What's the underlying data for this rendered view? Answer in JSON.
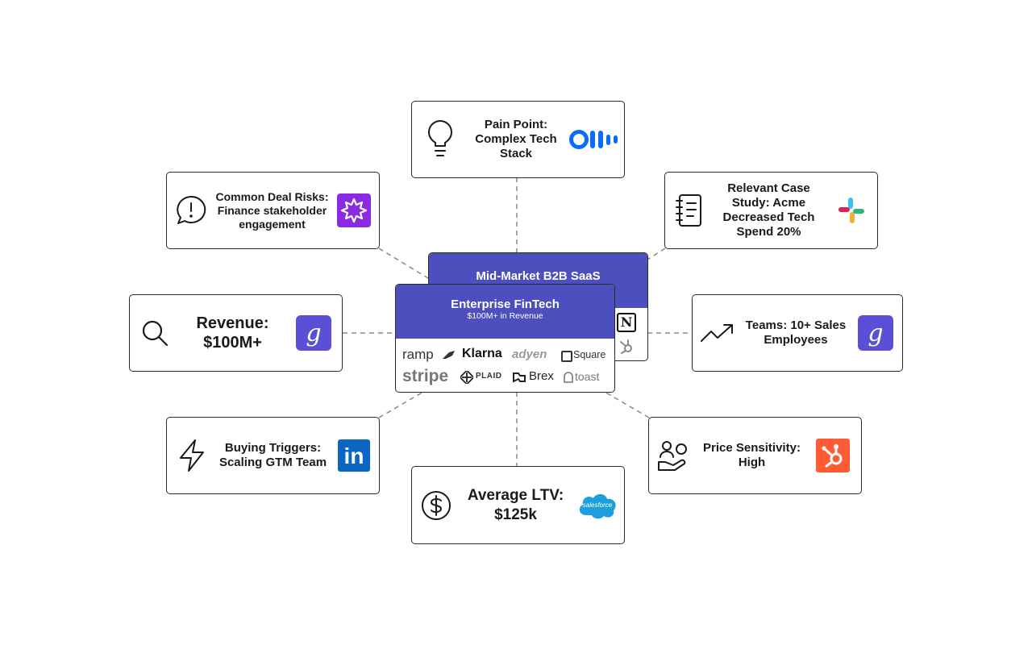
{
  "center": {
    "back_card": {
      "title": "Mid-Market B2B SaaS"
    },
    "front_card": {
      "title": "Enterprise FinTech",
      "subtitle": "$100M+ in Revenue",
      "companies": [
        "ramp",
        "Klarna",
        "adyen",
        "Square",
        "stripe",
        "PLAID",
        "Brex",
        "toast"
      ]
    }
  },
  "nodes": [
    {
      "id": "pain-point",
      "label": "Pain Point: Complex Tech Stack",
      "icon": "lightbulb-icon",
      "logo": "otter-logo"
    },
    {
      "id": "deal-risks",
      "label": "Common Deal Risks: Finance stakeholder engagement",
      "icon": "speech-bubble-alert-icon",
      "logo": "gong-logo"
    },
    {
      "id": "case-study",
      "label": "Relevant Case Study: Acme Decreased Tech Spend 20%",
      "icon": "notebook-icon",
      "logo": "slack-logo"
    },
    {
      "id": "revenue",
      "label": "Revenue: $100M+",
      "icon": "search-icon",
      "logo": "g-logo"
    },
    {
      "id": "teams",
      "label": "Teams: 10+ Sales Employees",
      "icon": "trend-up-icon",
      "logo": "g-logo"
    },
    {
      "id": "buying-triggers",
      "label": "Buying Triggers: Scaling GTM Team",
      "icon": "lightning-icon",
      "logo": "linkedin-logo"
    },
    {
      "id": "price-sensitivity",
      "label": "Price Sensitivity: High",
      "icon": "hand-person-icon",
      "logo": "hubspot-logo"
    },
    {
      "id": "ltv",
      "label": "Average LTV: $125k",
      "icon": "dollar-icon",
      "logo": "salesforce-logo"
    }
  ],
  "logos": {
    "linkedin": "in",
    "salesforce": "salesforce",
    "notion": "N"
  },
  "colors": {
    "header_purple": "#4d4fbf",
    "g_logo": "#5b4fd6",
    "gong": "#8a2be2",
    "linkedin": "#0a66c2",
    "hubspot": "#ff5c35",
    "salesforce": "#1ba0dd",
    "otter": "#0a6cff"
  }
}
